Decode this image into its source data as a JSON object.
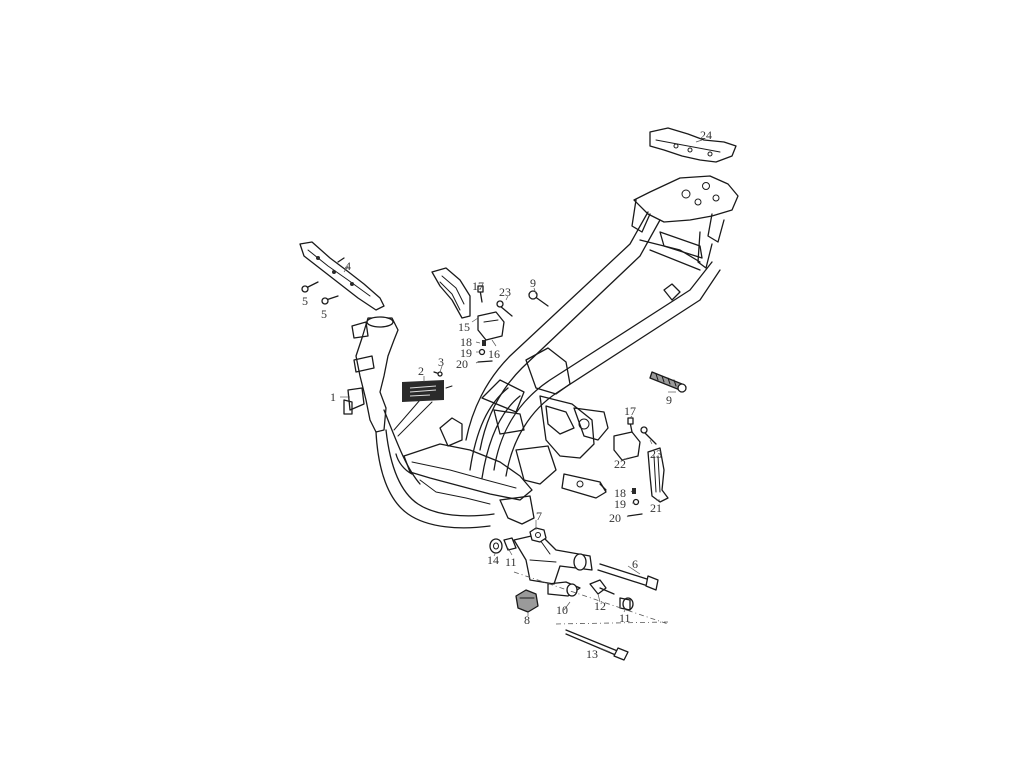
{
  "diagram": {
    "callouts": [
      {
        "id": "c1",
        "text": "1"
      },
      {
        "id": "c2",
        "text": "2"
      },
      {
        "id": "c3",
        "text": "3"
      },
      {
        "id": "c4",
        "text": "4"
      },
      {
        "id": "c5a",
        "text": "5"
      },
      {
        "id": "c5b",
        "text": "5"
      },
      {
        "id": "c6",
        "text": "6"
      },
      {
        "id": "c7",
        "text": "7"
      },
      {
        "id": "c8",
        "text": "8"
      },
      {
        "id": "c9a",
        "text": "9"
      },
      {
        "id": "c9b",
        "text": "9"
      },
      {
        "id": "c10",
        "text": "10"
      },
      {
        "id": "c11a",
        "text": "11"
      },
      {
        "id": "c11b",
        "text": "11"
      },
      {
        "id": "c12",
        "text": "12"
      },
      {
        "id": "c13",
        "text": "13"
      },
      {
        "id": "c14",
        "text": "14"
      },
      {
        "id": "c15",
        "text": "15"
      },
      {
        "id": "c16",
        "text": "16"
      },
      {
        "id": "c17a",
        "text": "17"
      },
      {
        "id": "c17b",
        "text": "17"
      },
      {
        "id": "c18a",
        "text": "18"
      },
      {
        "id": "c18b",
        "text": "18"
      },
      {
        "id": "c19a",
        "text": "19"
      },
      {
        "id": "c19b",
        "text": "19"
      },
      {
        "id": "c20a",
        "text": "20"
      },
      {
        "id": "c20b",
        "text": "20"
      },
      {
        "id": "c21",
        "text": "21"
      },
      {
        "id": "c22",
        "text": "22"
      },
      {
        "id": "c23a",
        "text": "23"
      },
      {
        "id": "c23b",
        "text": "23"
      },
      {
        "id": "c24",
        "text": "24"
      }
    ]
  }
}
